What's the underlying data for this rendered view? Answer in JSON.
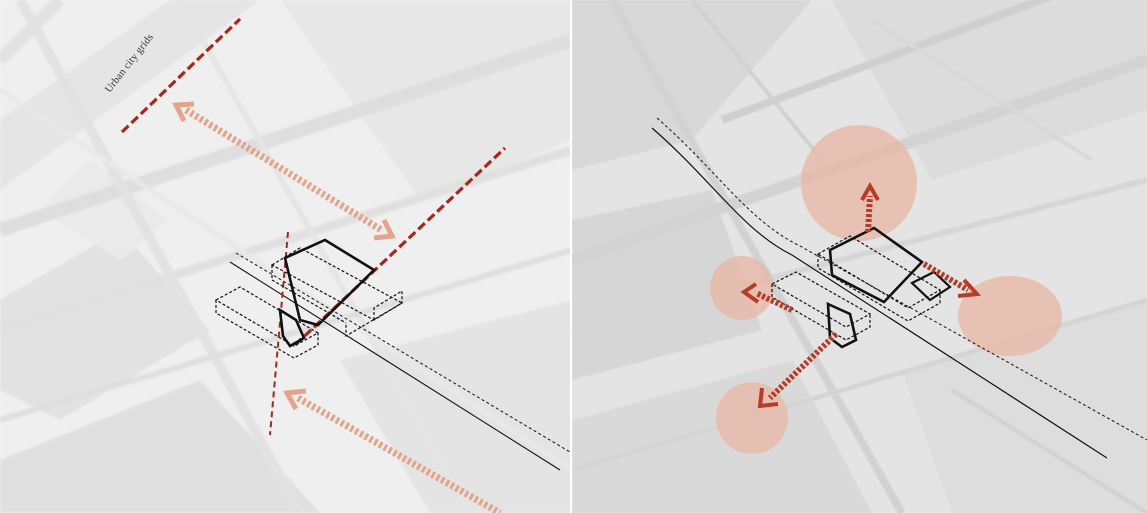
{
  "left_panel": {
    "grid_label": "Urban city grids"
  },
  "colors": {
    "axis_red": "#a8261a",
    "flow_salmon": "#e3a48c",
    "arrow_red": "#b83a28",
    "circle_fill": "#e8b8a6",
    "outline": "#111111"
  },
  "icons": {
    "flow_arrow": "double-headed-dashed-arrow",
    "radiating_arrow": "dashed-red-arrow"
  }
}
